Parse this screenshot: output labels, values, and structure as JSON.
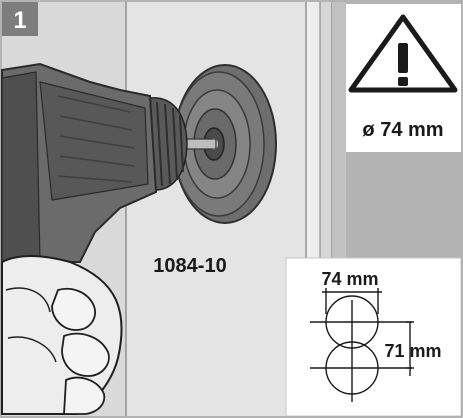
{
  "step": {
    "number": "1"
  },
  "warning": {
    "icon": "warning-triangle-icon",
    "diameter_label": "ø 74 mm"
  },
  "drill_bit": {
    "part_number": "1084-10"
  },
  "dimensions": {
    "hole_diameter": "74 mm",
    "center_distance": "71 mm"
  },
  "colors": {
    "wall_light": "#e3e3e3",
    "wall_dark": "#b5b5b5",
    "drill_body": "#6b6b6b",
    "drill_dark": "#3d3d3d",
    "step_badge": "#7d7d7d"
  }
}
